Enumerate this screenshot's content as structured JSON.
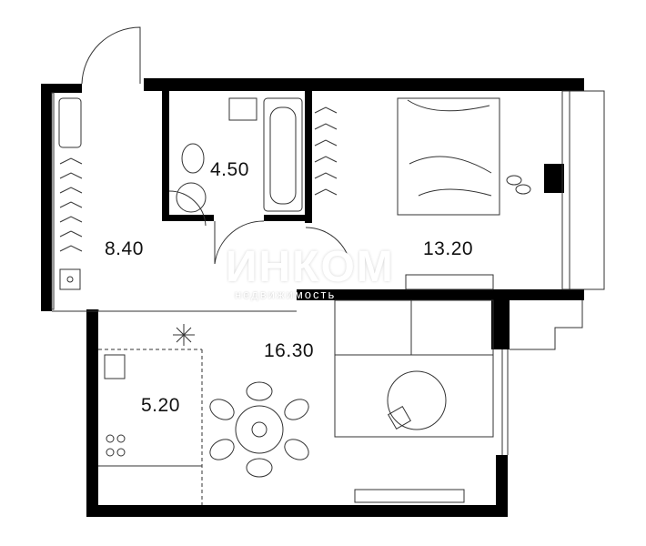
{
  "rooms": [
    {
      "name": "hallway",
      "area": "8.40"
    },
    {
      "name": "bathroom",
      "area": "4.50"
    },
    {
      "name": "bedroom",
      "area": "13.20"
    },
    {
      "name": "living-room",
      "area": "16.30"
    },
    {
      "name": "kitchen",
      "area": "5.20"
    }
  ],
  "watermark": {
    "title": "ИНКОМ",
    "subtitle": "недвижимость"
  },
  "colors": {
    "wall": "#000000",
    "line": "#333333"
  }
}
